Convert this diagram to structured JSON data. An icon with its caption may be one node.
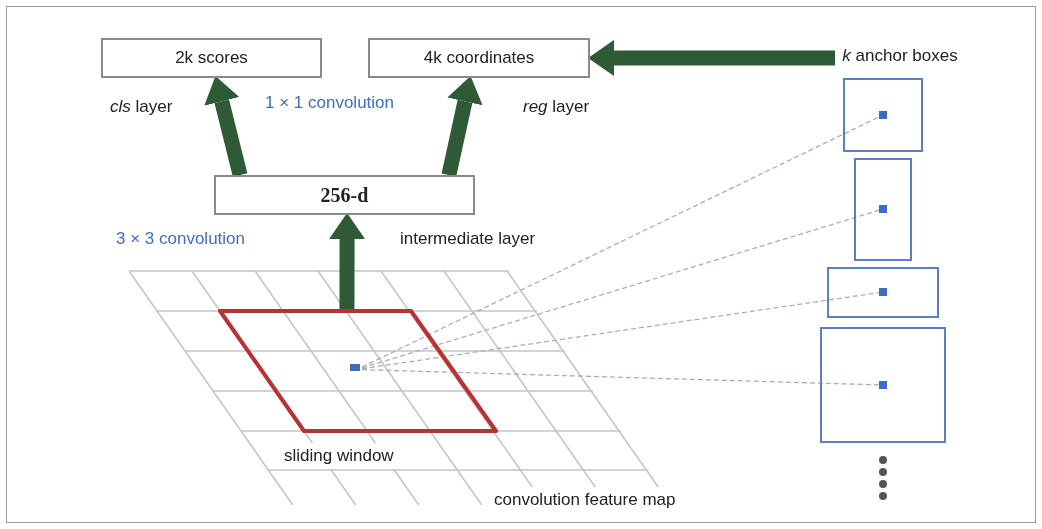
{
  "diagram": {
    "nodes": [
      {
        "text": [
          "2k scores"
        ]
      },
      {
        "text": [
          "4k coordinates"
        ]
      },
      {
        "text": [
          "*k* anchor boxes"
        ]
      },
      {
        "text": [
          "256-d"
        ]
      },
      {
        "text": [],
        "shape": "parallelogram",
        "beside": [
          "sliding window"
        ]
      },
      {
        "text": [],
        "shape": "square",
        "in": 4
      },
      {
        "text": [],
        "shape": "box"
      },
      {
        "text": [],
        "shape": "square",
        "in": 6
      },
      {
        "text": [],
        "shape": "box"
      },
      {
        "text": [],
        "shape": "square",
        "in": 8
      },
      {
        "text": [],
        "shape": "box"
      },
      {
        "text": [],
        "shape": "square",
        "in": 10
      },
      {
        "text": [],
        "shape": "box"
      },
      {
        "text": [],
        "shape": "square",
        "in": 12
      }
    ],
    "edges": [
      {
        "from": 3,
        "to": 0,
        "arrow": "to",
        "style": "thick",
        "color": "#2e5a35"
      },
      {
        "from": 3,
        "to": 1,
        "arrow": "to",
        "style": "thick",
        "color": "#2e5a35"
      },
      {
        "from": 4,
        "to": 3,
        "arrow": "to",
        "style": "thick",
        "color": "#2e5a35"
      },
      {
        "from": 2,
        "to": 1,
        "arrow": "to",
        "style": "thick",
        "color": "#2e5a35"
      },
      {
        "from": 5,
        "to": 7,
        "arrow": "none",
        "style": "dashed",
        "color": "#a4afc4"
      },
      {
        "from": 5,
        "to": 9,
        "arrow": "none",
        "style": "dashed",
        "color": "#a4afc4"
      },
      {
        "from": 5,
        "to": 11,
        "arrow": "none",
        "style": "dashed",
        "color": "#a4afc4"
      },
      {
        "from": 5,
        "to": 13,
        "arrow": "none",
        "style": "dashed",
        "color": "#a4afc4"
      }
    ],
    "labels": [
      "*cls* layer",
      "1 × 1 convolution",
      "*reg* layer",
      "3 × 3 convolution",
      "intermediate layer",
      "convolution feature map"
    ]
  }
}
